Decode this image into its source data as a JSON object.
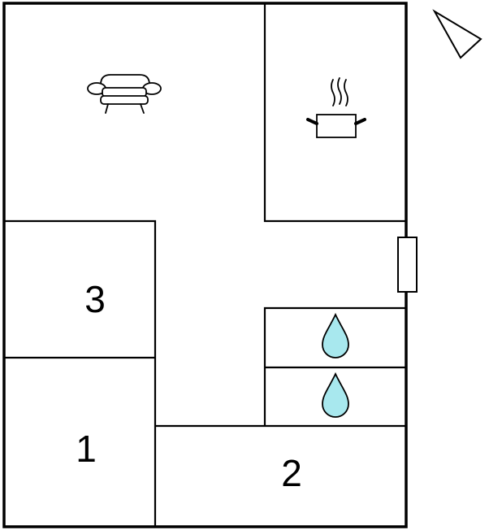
{
  "plan": {
    "rooms": [
      {
        "id": "living",
        "icon": "sofa-icon"
      },
      {
        "id": "kitchen",
        "icon": "cooking-pot-icon"
      },
      {
        "id": "bedroom-3",
        "label": "3"
      },
      {
        "id": "bedroom-1",
        "label": "1"
      },
      {
        "id": "bedroom-2",
        "label": "2"
      },
      {
        "id": "bathroom-a",
        "icon": "water-drop-icon"
      },
      {
        "id": "bathroom-b",
        "icon": "water-drop-icon"
      }
    ],
    "compass_icon": "north-arrow-icon",
    "door_icon": "entrance-door-icon",
    "colors": {
      "wall": "#000000",
      "water": "#a8e8ee",
      "background": "#ffffff"
    }
  }
}
